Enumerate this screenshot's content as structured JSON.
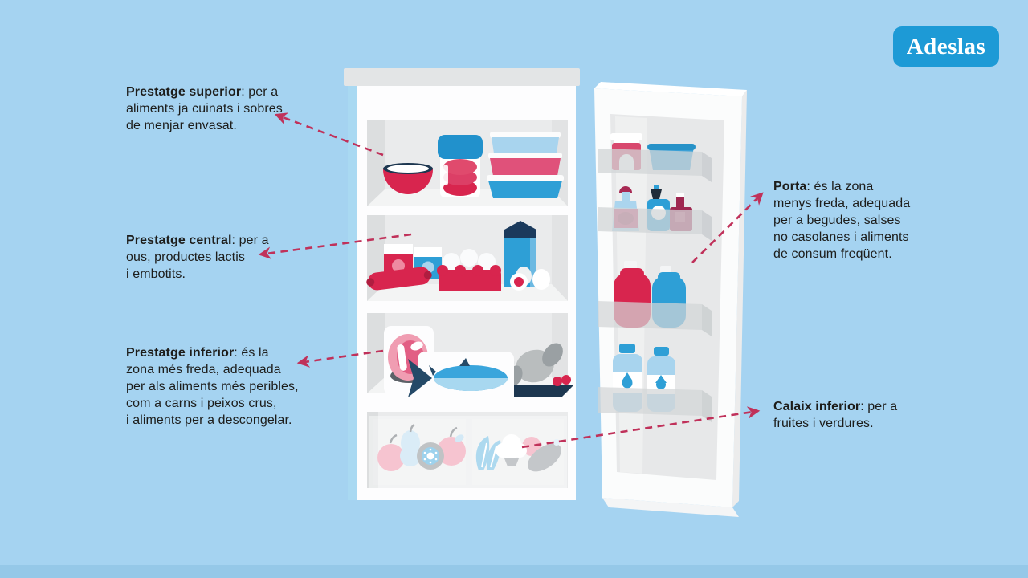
{
  "palette": {
    "background": "#a5d3f1",
    "footer_band": "#95c8e8",
    "arrow": "#c0315a",
    "logo_blue": "#1d9ad6",
    "text": "#1d1d1b",
    "crimson": "#d8254e",
    "pink": "#ee8aa1",
    "blue": "#2e9fd6",
    "light_blue": "#a8d4ee",
    "navy": "#1d3750",
    "gray": "#8a9095",
    "fridge_white": "#fdfdfe",
    "fridge_gray": "#eaebec"
  },
  "logo": {
    "label": "Adeslas"
  },
  "annotations": [
    {
      "id": "prestatge-superior",
      "title": "Prestatge superior",
      "body": [
        ": per a",
        "aliments ja cuinats i sobres",
        "de menjar envasat."
      ]
    },
    {
      "id": "prestatge-central",
      "title": "Prestatge central",
      "body": [
        ": per a",
        "ous, productes lactis",
        "i embotits."
      ]
    },
    {
      "id": "prestatge-inferior",
      "title": "Prestatge inferior",
      "body": [
        ": és la",
        "zona més freda, adequada",
        "per als aliments més peribles,",
        "com a carns i peixos crus,",
        "i aliments per a descongelar."
      ]
    },
    {
      "id": "porta",
      "title": "Porta",
      "body": [
        ": és la zona",
        "menys freda, adequada",
        "per a begudes, salses",
        "no casolanes i aliments",
        "de consum freqüent."
      ]
    },
    {
      "id": "calaix-inferior",
      "title": "Calaix inferior",
      "body": [
        ": per a",
        "fruites i verdures."
      ]
    }
  ],
  "illustration": {
    "description": "Open refrigerator with door, shelves and drawers of food",
    "items": [
      "bowl",
      "food-jar",
      "stacked-containers",
      "yogurts",
      "sausage",
      "egg-carton",
      "milk-carton",
      "eggs",
      "steak-tray",
      "fish-tray",
      "roast-chicken",
      "fruits",
      "vegetables",
      "jam-jar",
      "butter-tub",
      "sauce-bottles",
      "juice-bottles",
      "water-bottles"
    ]
  }
}
